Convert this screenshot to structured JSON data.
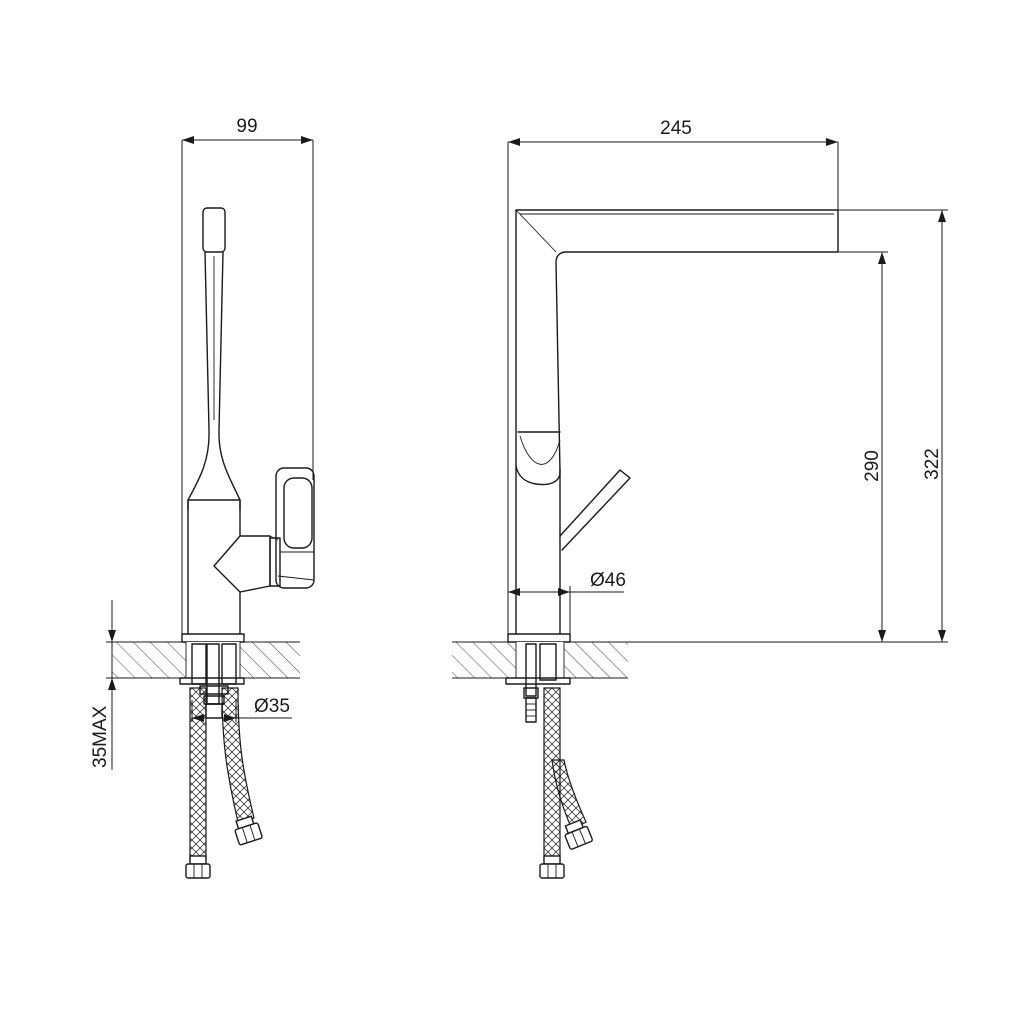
{
  "dimensions": {
    "side_width": "99",
    "front_width": "245",
    "spout_height": "290",
    "total_height": "322",
    "body_diameter": "Ø46",
    "hole_diameter": "Ø35",
    "max_thickness": "35MAX"
  },
  "colors": {
    "line": "#1a1a1a",
    "background": "#ffffff"
  }
}
